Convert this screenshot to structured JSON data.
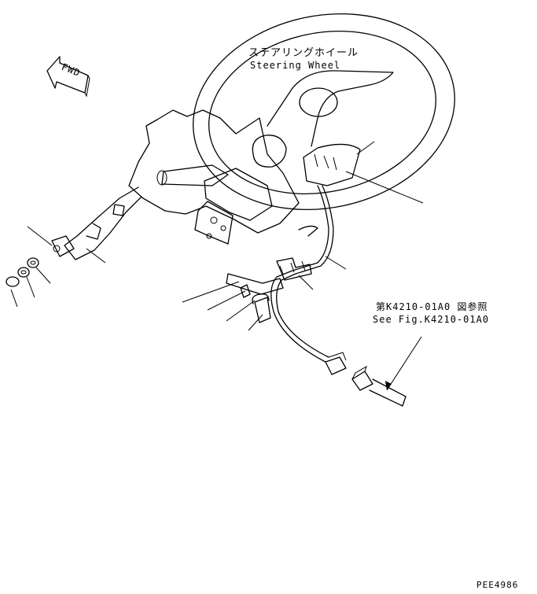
{
  "labels": {
    "steering_wheel_jp": "ステアリングホイール",
    "steering_wheel_en": "Steering Wheel",
    "ref_jp": "第K4210-01A0 図参照",
    "ref_en": "See Fig.K4210-01A0",
    "fwd": "FWD",
    "drawing_code": "PEE4986"
  }
}
